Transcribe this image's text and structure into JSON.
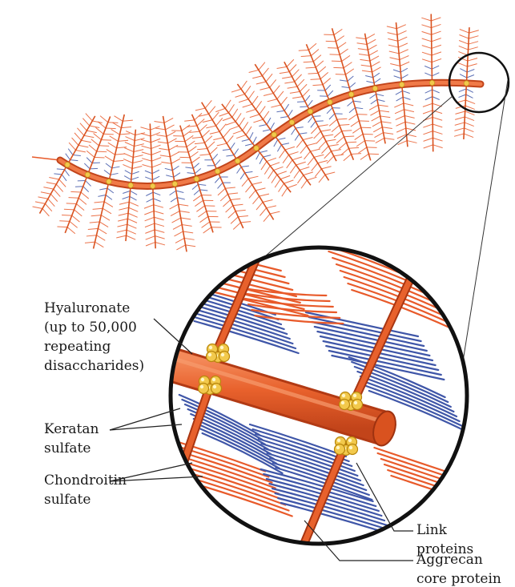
{
  "labels": {
    "hyaluronate": [
      "Hyaluronate",
      "(up to 50,000",
      "repeating",
      "disaccharides)"
    ],
    "keratan": [
      "Keratan",
      "sulfate"
    ],
    "chondroitin": [
      "Chondroitin",
      "sulfate"
    ],
    "link": [
      "Link",
      "proteins"
    ],
    "aggrecan": [
      "Aggrecan",
      "core protein"
    ]
  },
  "colors": {
    "hyaluronate": "#e8612c",
    "chondroitin": "#e85a2a",
    "keratan": "#3f56a8",
    "link_protein": "#f2c94c",
    "zoom_circle": "#111111"
  }
}
